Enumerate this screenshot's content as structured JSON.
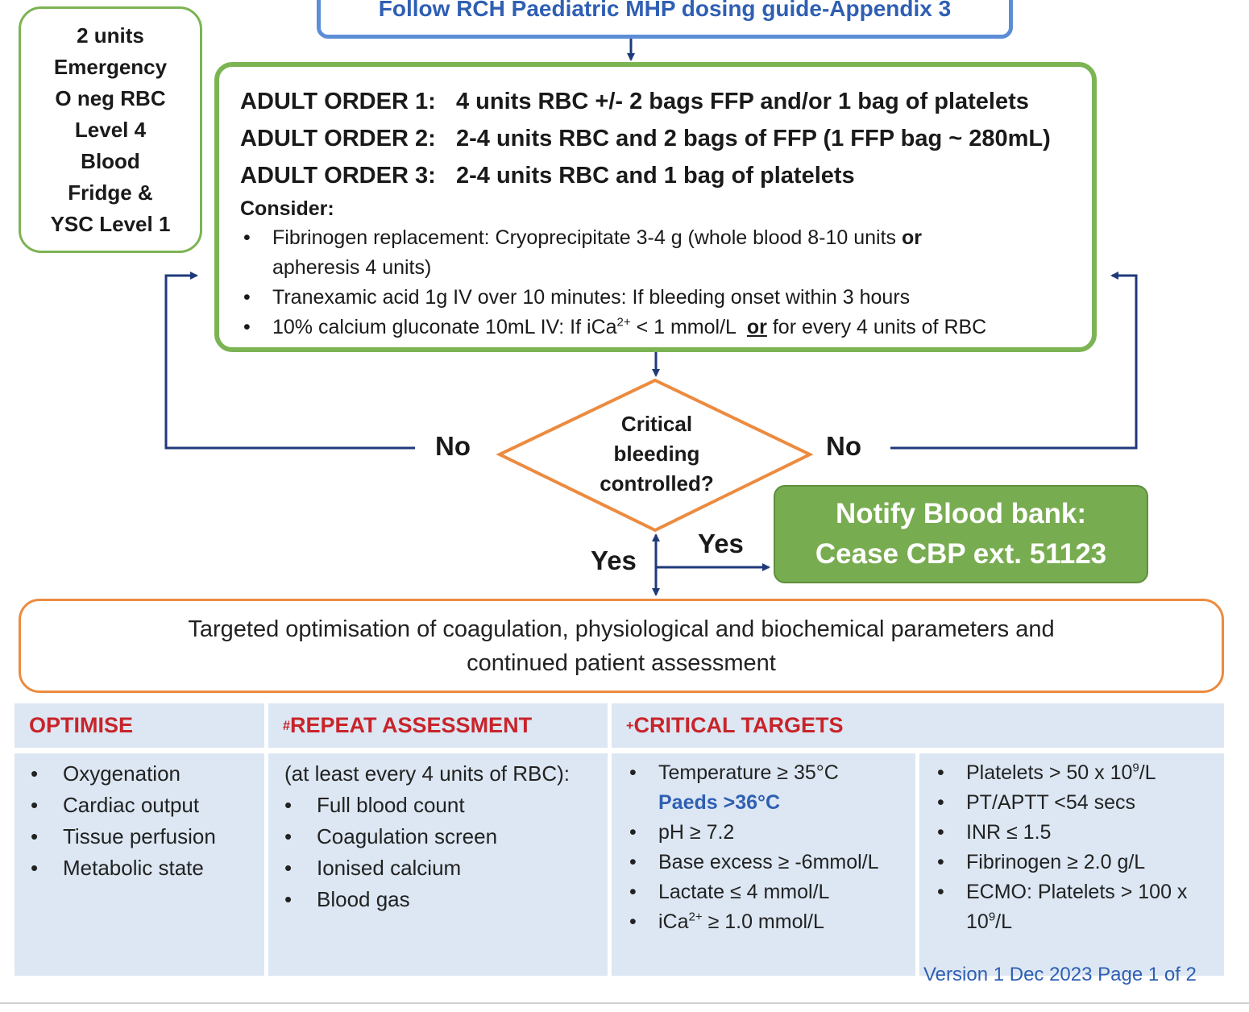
{
  "top_box": {
    "text": "Follow RCH Paediatric MHP dosing guide-Appendix 3"
  },
  "emergency_box": {
    "lines": [
      "2 units",
      "Emergency",
      "O neg RBC",
      "Level 4",
      "Blood",
      "Fridge &",
      "YSC Level 1"
    ]
  },
  "orders": [
    {
      "label": "ADULT ORDER 1:",
      "text": "4 units RBC +/- 2 bags FFP and/or 1 bag of platelets"
    },
    {
      "label": "ADULT ORDER 2:",
      "text": "2-4 units RBC and 2 bags of FFP (1 FFP bag ~ 280mL)"
    },
    {
      "label": "ADULT ORDER 3:",
      "text": "2-4 units RBC and 1 bag of platelets"
    }
  ],
  "consider": {
    "title": "Consider:",
    "fibrinogen": {
      "pre": "Fibrinogen replacement: Cryoprecipitate 3-4 g (whole blood 8-10 units ",
      "bold": "or",
      "post": "apheresis 4 units)"
    },
    "tranexamic": "Tranexamic acid 1g IV over 10 minutes: If bleeding onset within 3 hours",
    "calcium": {
      "pre": "10% calcium gluconate 10mL IV: If iCa",
      "sup": "2+",
      "mid": " < 1 mmol/L  ",
      "underline": "or",
      "post": " for every 4 units of RBC"
    }
  },
  "decision": {
    "lines": [
      "Critical",
      "bleeding",
      "controlled?"
    ],
    "no_left": "No",
    "no_right": "No",
    "yes_down": "Yes",
    "yes_right": "Yes"
  },
  "notify": {
    "lines": [
      "Notify Blood bank:",
      "Cease CBP ext. 51123"
    ]
  },
  "optimisation": {
    "lines": [
      "Targeted optimisation of coagulation, physiological and biochemical  parameters and",
      "continued patient assessment"
    ]
  },
  "table": {
    "headers": {
      "optimise": "OPTIMISE",
      "repeat_mark": "#",
      "repeat": "REPEAT ASSESSMENT",
      "critical_mark": "+",
      "critical": "CRITICAL TARGETS"
    },
    "optimise_items": [
      "Oxygenation",
      "Cardiac output",
      "Tissue perfusion",
      "Metabolic state"
    ],
    "repeat_intro": "(at least every 4 units of RBC):",
    "repeat_items": [
      "Full blood count",
      "Coagulation screen",
      "Ionised calcium",
      "Blood gas"
    ],
    "targets_a": {
      "temperature": "Temperature ≥ 35°C",
      "paeds": "Paeds >36°C",
      "ph": "pH ≥ 7.2",
      "base_excess": "Base excess ≥ -6mmol/L",
      "lactate": "Lactate ≤ 4 mmol/L",
      "ica": {
        "pre": "iCa",
        "sup": "2+",
        "post": " ≥ 1.0 mmol/L"
      }
    },
    "targets_b": {
      "platelets": {
        "pre": "Platelets > 50 x 10",
        "sup": "9",
        "post": "/L"
      },
      "pt_aptt": "PT/APTT <54 secs",
      "inr": "INR ≤ 1.5",
      "fibrinogen": "Fibrinogen ≥ 2.0 g/L",
      "ecmo": {
        "pre": "ECMO: Platelets > 100 x 10",
        "sup": "9",
        "post": "/L"
      }
    }
  },
  "footer": {
    "version": "Version 1 Dec 2023 Page 1 of 2"
  },
  "colors": {
    "blue": "#2f5fb3",
    "green": "#7cb454",
    "orange": "#ec8b3f",
    "navy": "#1f3a7a",
    "red": "#c8242a",
    "table_bg": "#dce7f3"
  }
}
